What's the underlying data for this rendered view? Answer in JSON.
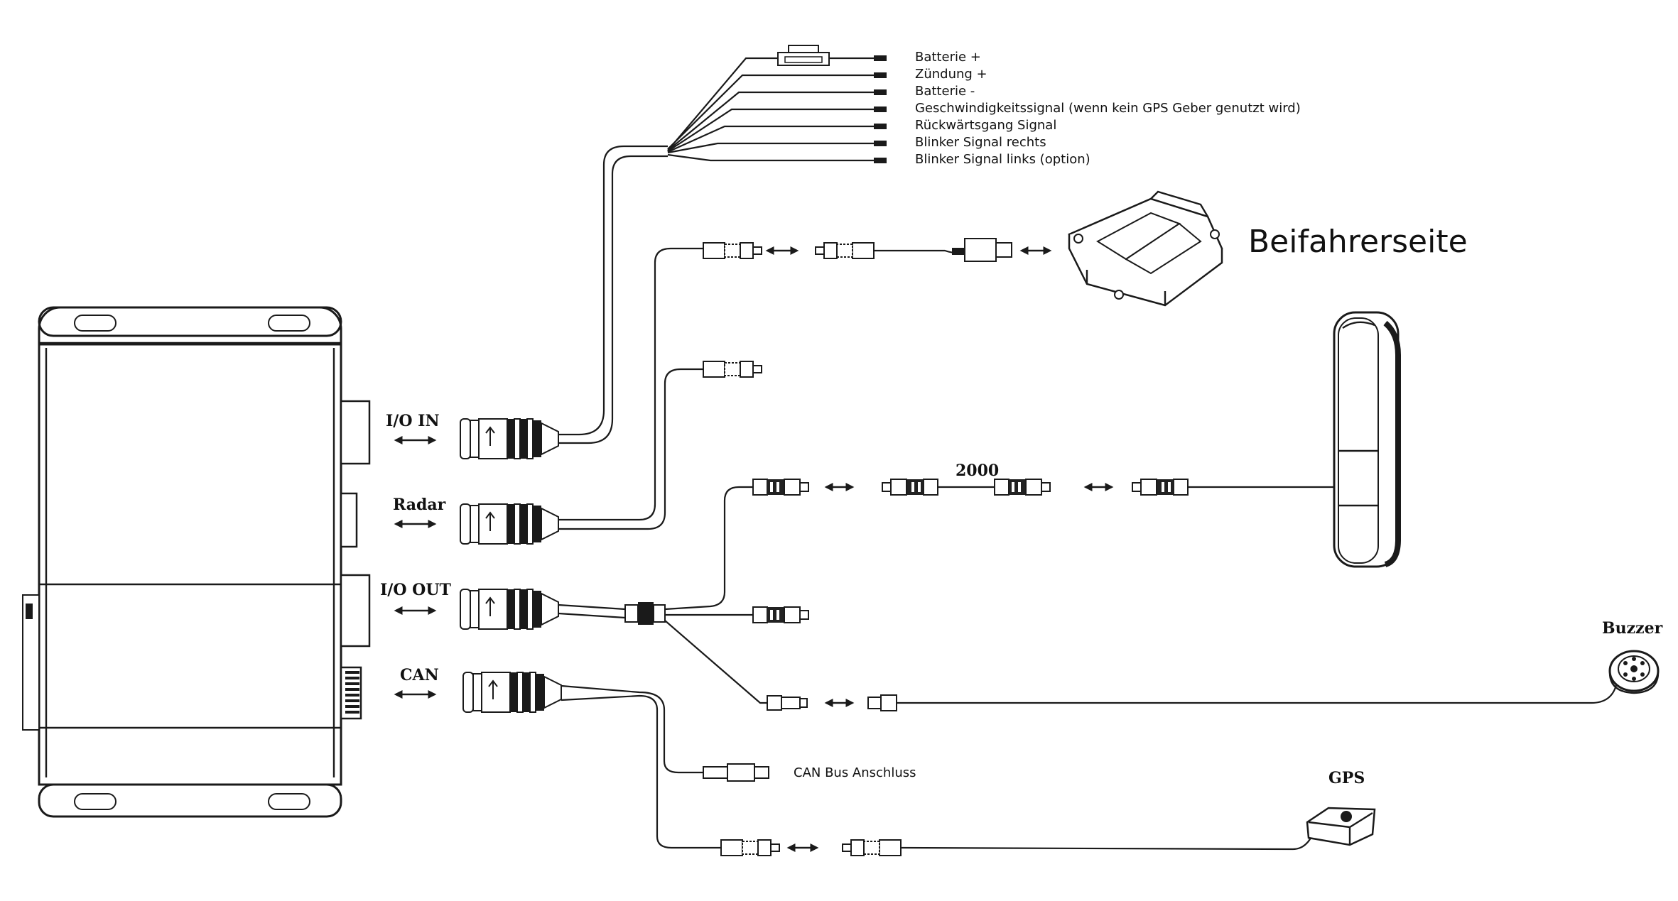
{
  "wire_labels": [
    "Batterie +",
    "Zündung +",
    "Batterie -",
    "Geschwindigkeitssignal (wenn kein GPS Geber genutzt wird)",
    "Rückwärtsgang Signal",
    "Blinker Signal rechts",
    "Blinker Signal links (option)"
  ],
  "ports": {
    "io_in": "I/O IN",
    "radar": "Radar",
    "io_out": "I/O OUT",
    "can": "CAN"
  },
  "labels": {
    "beifahrerseite": "Beifahrerseite",
    "cable_length": "2000",
    "buzzer": "Buzzer",
    "can_bus": "CAN Bus Anschluss",
    "gps": "GPS"
  },
  "icons": {
    "arrow": "double-arrow-icon"
  },
  "colors": {
    "line": "#1a1a1a",
    "background": "#ffffff"
  }
}
